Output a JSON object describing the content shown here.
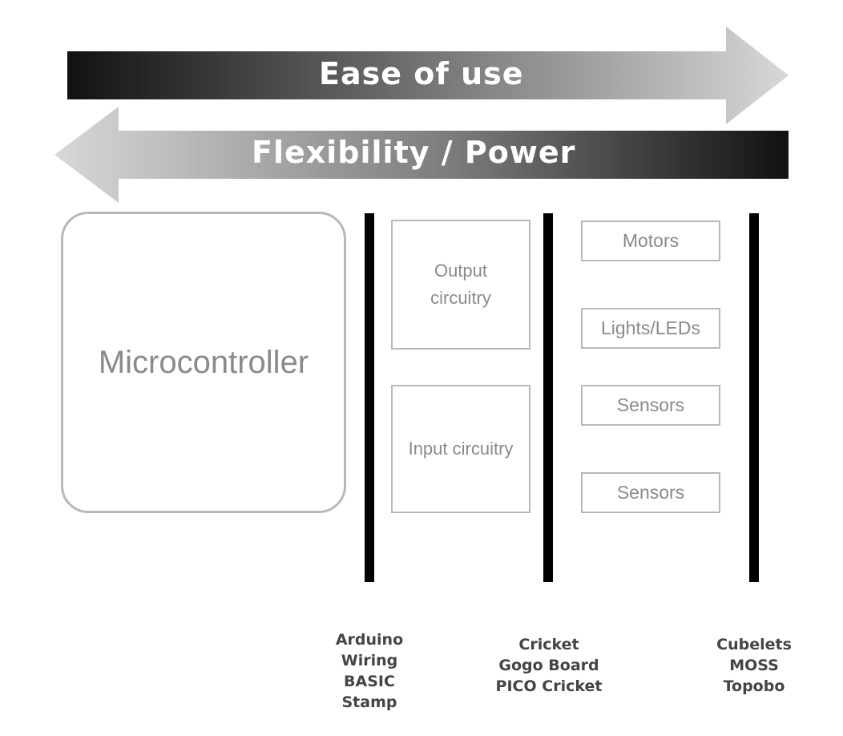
{
  "arrows": {
    "ease": {
      "label": "Ease of use",
      "direction": "right",
      "gradient": [
        "#111111",
        "#d8d8d8"
      ]
    },
    "flexibility": {
      "label": "Flexibility / Power",
      "direction": "left",
      "gradient": [
        "#d8d8d8",
        "#111111"
      ]
    }
  },
  "boxes": {
    "microcontroller": "Microcontroller",
    "output_circuitry": "Output\ncircuitry",
    "input_circuitry": "Input circuitry",
    "motors": "Motors",
    "lights": "Lights/LEDs",
    "sensors_1": "Sensors",
    "sensors_2": "Sensors"
  },
  "platforms": {
    "level_1": "Arduino\nWiring\nBASIC\nStamp",
    "level_2": "Cricket\nGogo Board\nPICO Cricket",
    "level_3": "Cubelets\nMOSS\nTopobo"
  }
}
